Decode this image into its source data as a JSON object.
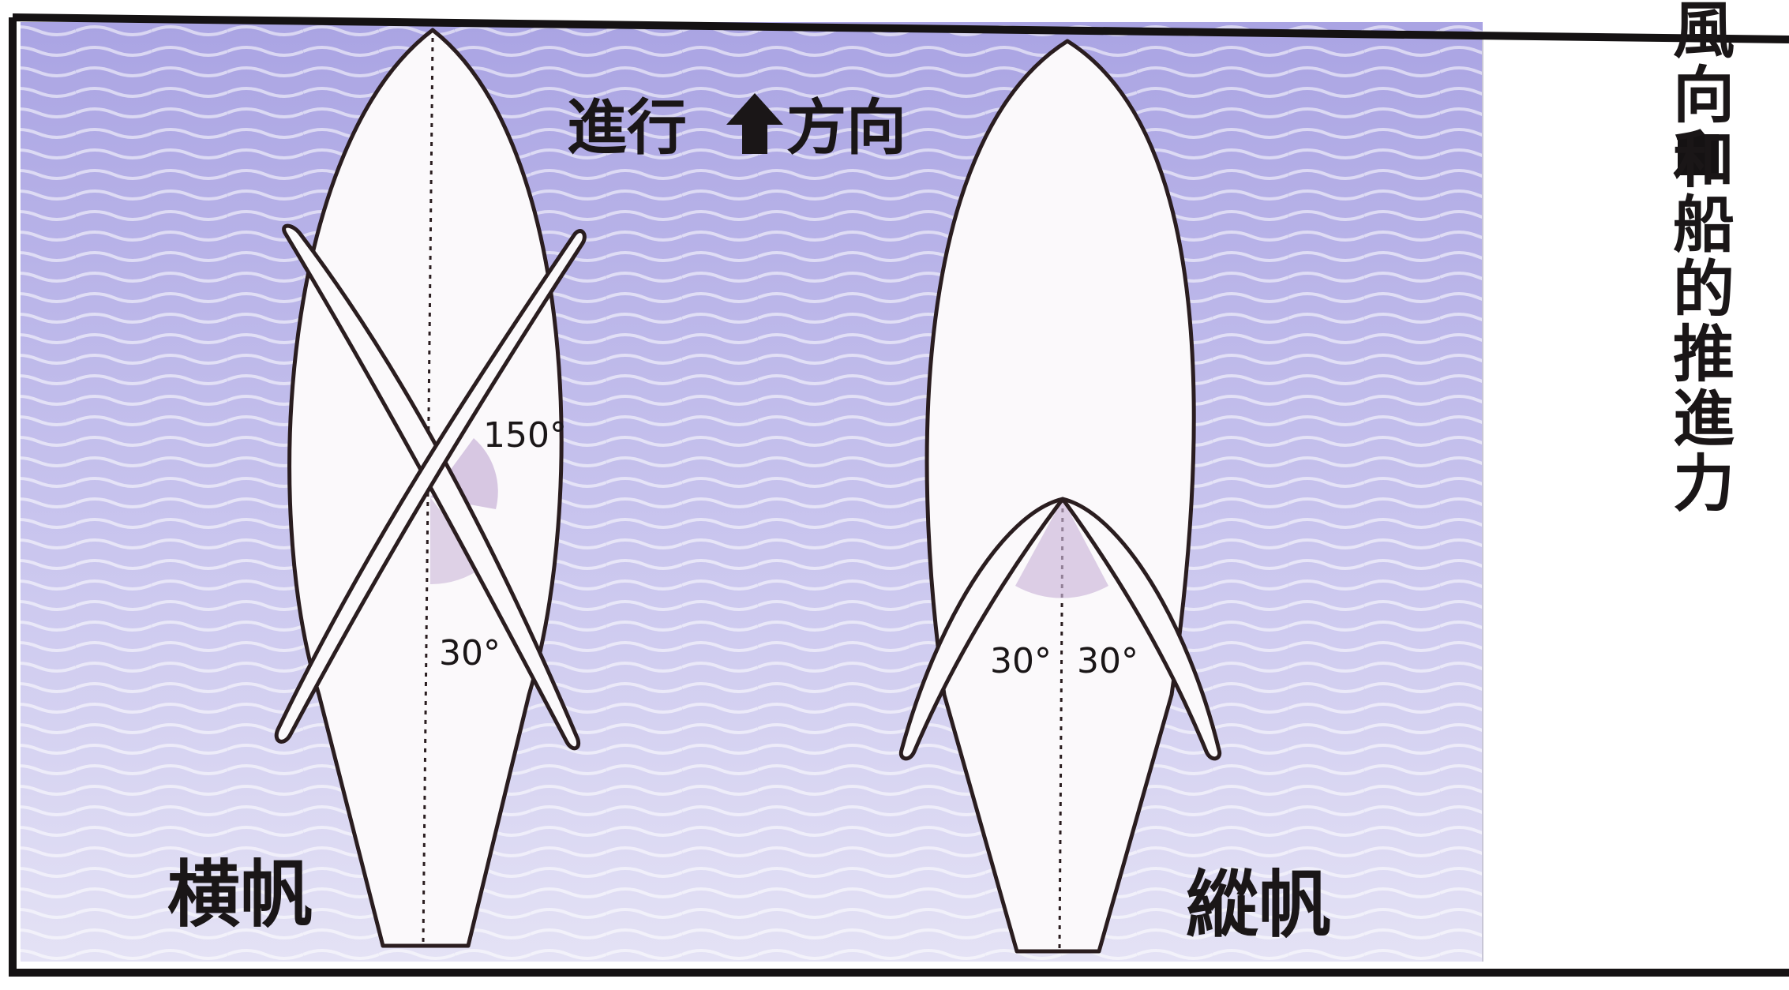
{
  "direction": {
    "text_left": "進行",
    "text_right": "方向",
    "arrow_icon": "up-arrow-icon"
  },
  "left_boat": {
    "name": "横帆",
    "angle_upper": "150°",
    "angle_lower": "30°"
  },
  "right_boat": {
    "name": "縱帆",
    "angle_left": "30°",
    "angle_right": "30°"
  },
  "side_panel": {
    "bullet_icon": "square-bullet-icon",
    "title": "風向和船的推進力"
  },
  "colors": {
    "water_top": "#aaa4e3",
    "water_bottom": "#e4e2f5",
    "boat_fill": "#fbf9fb",
    "outline": "#2a1d1f",
    "angle_shade": "#cbb6d9",
    "frame": "#151213"
  }
}
